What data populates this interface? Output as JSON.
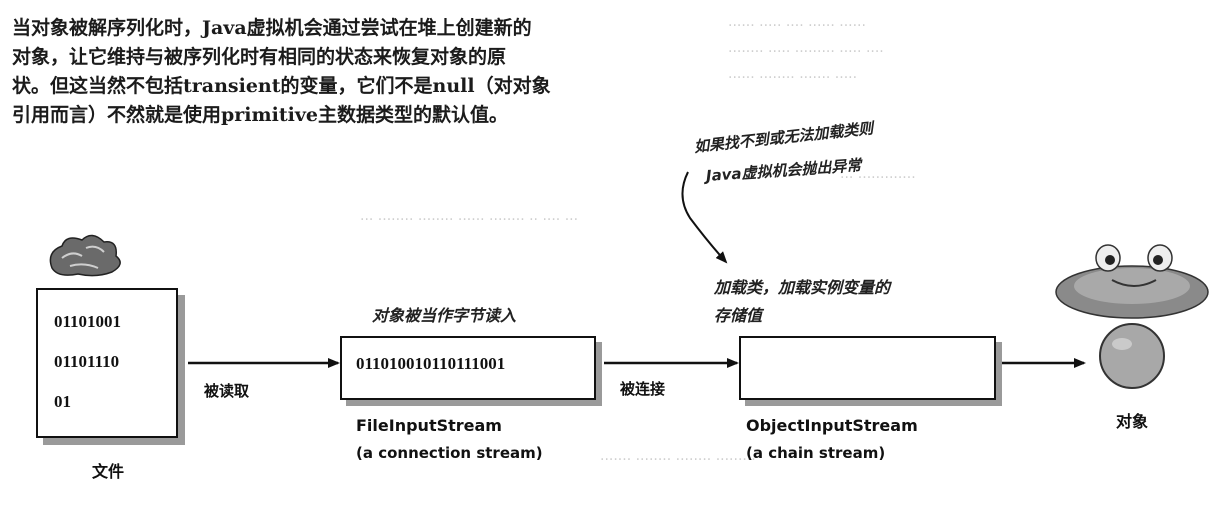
{
  "paragraph": {
    "line1": "当对象被解序列化时，Java虚拟机会通过尝试在堆上创建新的",
    "line2": "对象，让它维持与被序列化时有相同的状态来恢复对象的原",
    "line3": "状。但这当然不包括transient的变量，它们不是null（对对象",
    "line4": "引用而言）不然就是使用primitive主数据类型的默认值。"
  },
  "annotations": {
    "exception_line1": "如果找不到或无法加载类则",
    "exception_line2": "Java虚拟机会抛出异常",
    "load_class_line1": "加载类，加载实例变量的",
    "load_class_line2": "存储值",
    "read_as_bytes": "对象被当作字节读入"
  },
  "file": {
    "bits": [
      "01101001",
      "01101110",
      "01"
    ],
    "label": "文件"
  },
  "arrows": {
    "read": "被读取",
    "chained": "被连接"
  },
  "file_input_stream": {
    "bytes": "011010010110111001",
    "name": "FileInputStream",
    "desc": "(a connection stream)"
  },
  "object_input_stream": {
    "name": "ObjectInputStream",
    "desc": "(a chain stream)"
  },
  "object": {
    "label": "对象"
  },
  "colors": {
    "ink": "#111111",
    "shadow": "#9a9a9a",
    "ellipse": "#8e8e8e",
    "ball": "#a8a8a8"
  }
}
